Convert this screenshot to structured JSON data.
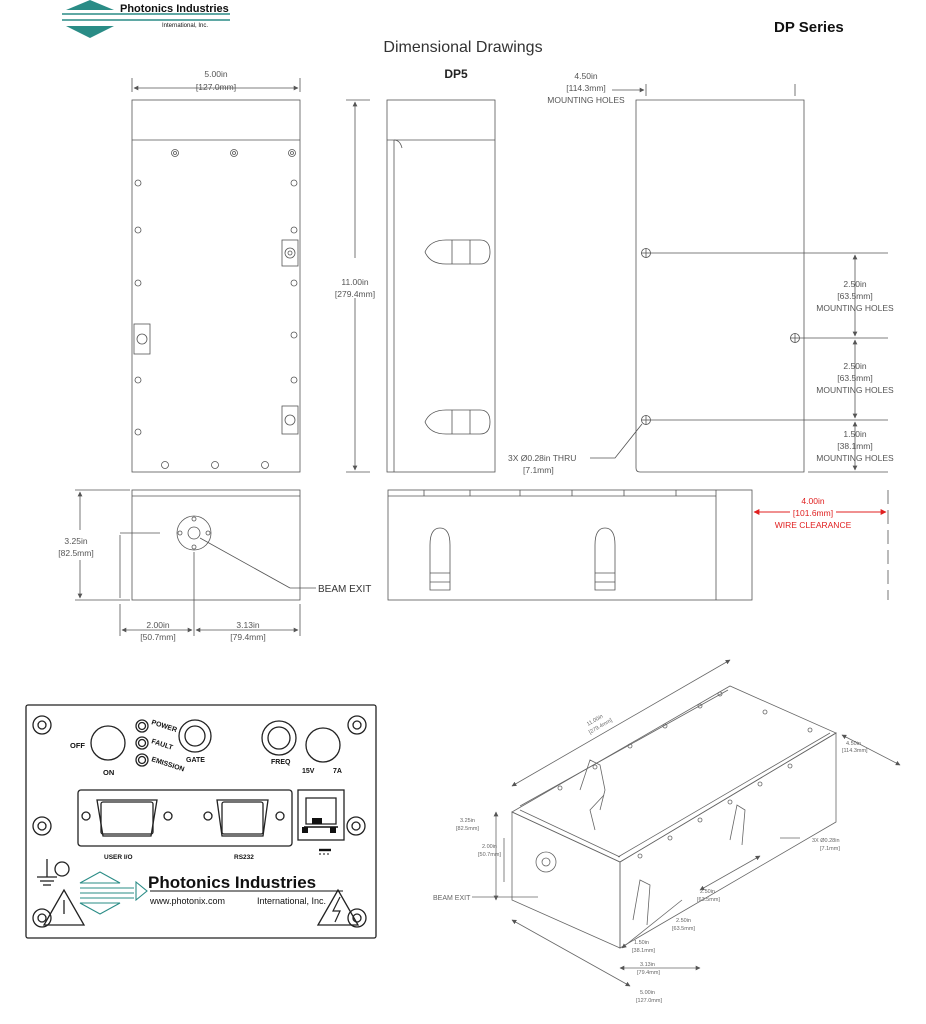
{
  "header": {
    "logo_line1": "Photonics Industries",
    "logo_line2": "International, Inc.",
    "series": "DP Series",
    "page_title": "Dimensional Drawings"
  },
  "front_view": {
    "model": "DP5",
    "width_in": "5.00in",
    "width_mm": "[127.0mm]",
    "height_in": "11.00in",
    "height_mm": "[279.4mm]"
  },
  "side_view": {
    "mount_width_in": "4.50in",
    "mount_width_mm": "[114.3mm]",
    "mount_width_label": "MOUNTING HOLES",
    "dim1_in": "2.50in",
    "dim1_mm": "[63.5mm]",
    "dim1_label": "MOUNTING HOLES",
    "dim2_in": "2.50in",
    "dim2_mm": "[63.5mm]",
    "dim2_label": "MOUNTING HOLES",
    "dim3_in": "1.50in",
    "dim3_mm": "[38.1mm]",
    "dim3_label": "MOUNTING HOLES",
    "hole_note": "3X  Ø0.28in THRU",
    "hole_note_mm": "[7.1mm]"
  },
  "bottom_view": {
    "height_in": "3.25in",
    "height_mm": "[82.5mm]",
    "beam_exit": "BEAM EXIT",
    "x1_in": "2.00in",
    "x1_mm": "[50.7mm]",
    "x2_in": "3.13in",
    "x2_mm": "[79.4mm]",
    "wire_in": "4.00in",
    "wire_mm": "[101.6mm]",
    "wire_label": "WIRE CLEARANCE"
  },
  "panel": {
    "off": "OFF",
    "on": "ON",
    "power": "POWER",
    "fault": "FAULT",
    "emission": "EMISSION",
    "gate": "GATE",
    "freq": "FREQ",
    "fuse": "15V",
    "fuse_amp": "7A",
    "user_io": "USER I/O",
    "rs232": "RS232",
    "brand": "Photonics Industries",
    "url": "www.photonix.com",
    "intl": "International, Inc."
  },
  "iso_view": {
    "length_in": "11.00in",
    "length_mm": "[279.4mm]",
    "width_in": "4.50in",
    "width_mm": "[114.3mm]",
    "height_in": "3.25in",
    "height_mm": "[82.5mm]",
    "x1_in": "2.00in",
    "x1_mm": "[50.7mm]",
    "hole_in": "3X  Ø0.28in",
    "hole_mm": "[7.1mm]",
    "beam_exit": "BEAM EXIT",
    "d1_in": "2.50in",
    "d1_mm": "[63.5mm]",
    "d2_in": "2.50in",
    "d2_mm": "[63.5mm]",
    "d3_in": "1.50in",
    "d3_mm": "[38.1mm]",
    "d4_in": "3.13in",
    "d4_mm": "[79.4mm]",
    "d5_in": "5.00in",
    "d5_mm": "[127.0mm]"
  },
  "colors": {
    "accent_red": "#e02020",
    "logo_teal": "#2a8c86",
    "line": "#555555"
  }
}
